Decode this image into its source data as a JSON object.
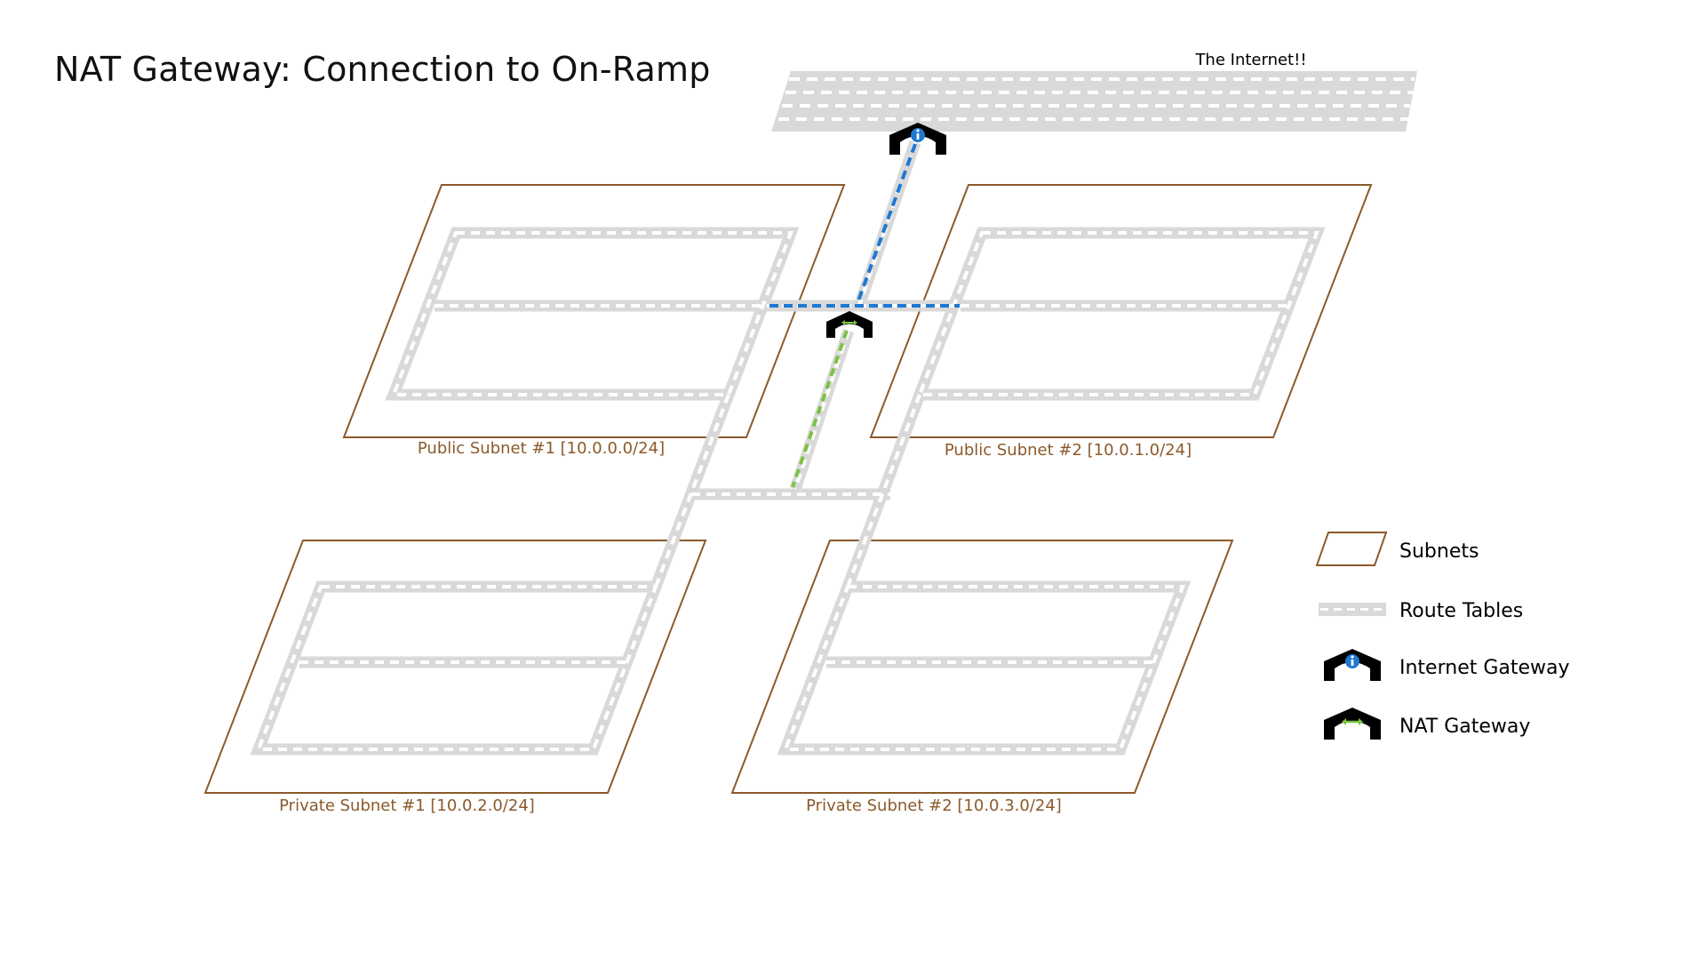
{
  "title": "NAT Gateway: Connection to On-Ramp",
  "internet_label": "The Internet!!",
  "subnets": [
    {
      "label": "Public Subnet #1 [10.0.0.0/24]"
    },
    {
      "label": "Public Subnet #2 [10.0.1.0/24]"
    },
    {
      "label": "Private Subnet #1 [10.0.2.0/24]"
    },
    {
      "label": "Private Subnet #2 [10.0.3.0/24]"
    }
  ],
  "legend": {
    "subnets": "Subnets",
    "route_tables": "Route Tables",
    "internet_gateway": "Internet Gateway",
    "nat_gateway": "NAT Gateway"
  },
  "colors": {
    "subnet_border": "#8B5A2B",
    "subnet_label": "#8B5A2B",
    "route_road": "#d9d9d9",
    "route_dash": "#ffffff",
    "internet_path": "#1f78d1",
    "nat_path": "#7cc242",
    "gateway_body": "#000000"
  },
  "icons": {
    "internet_gateway": "internet-gateway-icon",
    "nat_gateway": "nat-gateway-icon"
  }
}
